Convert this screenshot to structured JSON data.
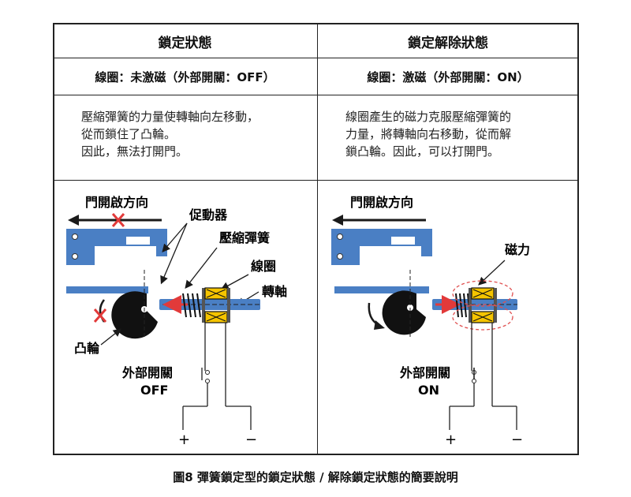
{
  "colors": {
    "plate_blue": "#4a7fc4",
    "arrow_black": "#1a1a1a",
    "red_mark": "#e23a3a",
    "coil_yellow": "#f5c400",
    "magnetic_red": "#e05050"
  },
  "locked": {
    "title": "鎖定狀態",
    "subtitle": "線圈：未激磁（外部開關：OFF）",
    "desc_lines": [
      "壓縮彈簧的力量使轉軸向左移動，",
      "從而鎖住了凸輪。",
      "因此，無法打開門。"
    ],
    "door_direction": "門開啟方向",
    "actuator": "促動器",
    "spring": "壓縮彈簧",
    "coil": "線圈",
    "shaft": "轉軸",
    "cam": "凸輪",
    "switch_label": "外部開關",
    "switch_state": "OFF",
    "plus": "+",
    "minus": "−"
  },
  "unlocked": {
    "title": "鎖定解除狀態",
    "subtitle": "線圈：激磁（外部開關：ON）",
    "desc_lines": [
      "線圈產生的磁力克服壓縮彈簧的",
      "力量，將轉軸向右移動，從而解",
      "鎖凸輪。因此，可以打開門。"
    ],
    "door_direction": "門開啟方向",
    "magnetic_force": "磁力",
    "switch_label": "外部開關",
    "switch_state": "ON",
    "plus": "+",
    "minus": "−"
  },
  "caption": "圖8 彈簧鎖定型的鎖定狀態 / 解除鎖定狀態的簡要說明"
}
